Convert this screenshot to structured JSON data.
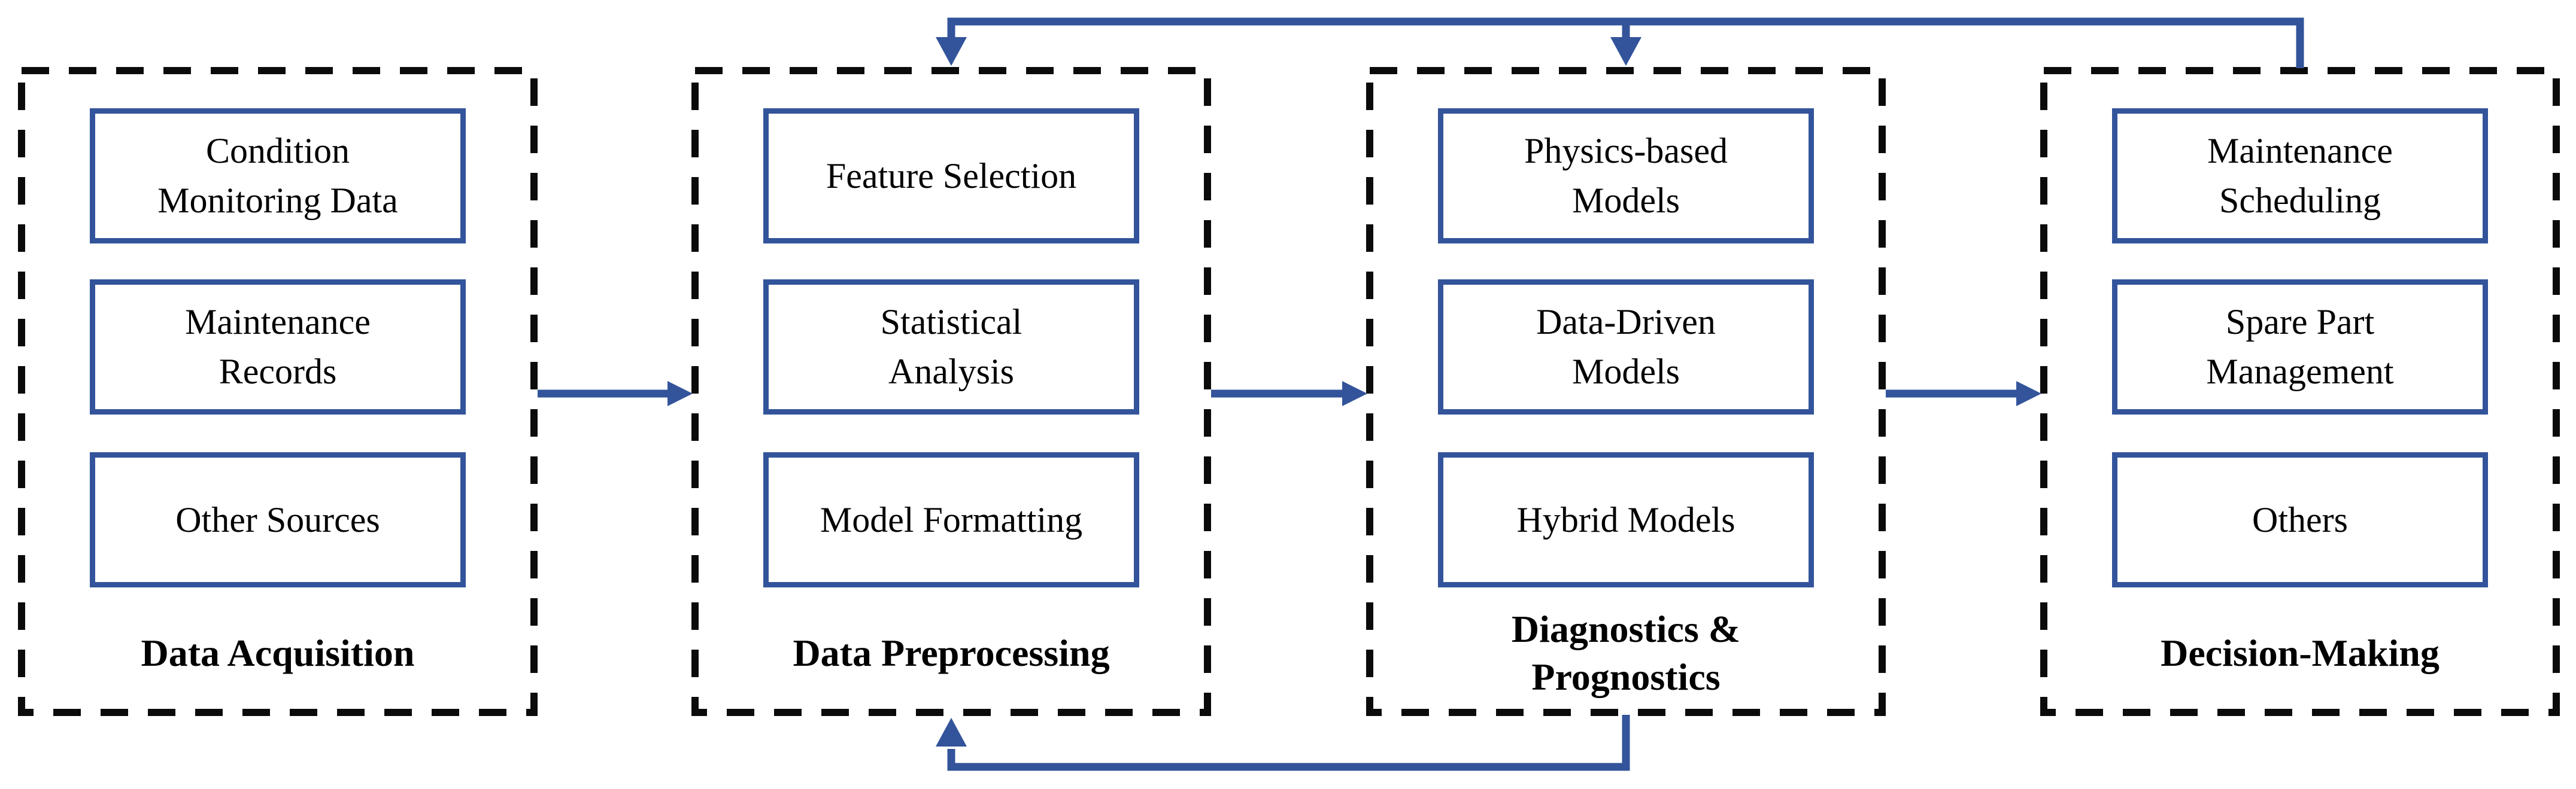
{
  "figure_type": "flow-diagram",
  "colors": {
    "accent_blue": "#33549B",
    "dashed_border": "#0B0B0B",
    "background": "#FFFFFF",
    "text": "#000000"
  },
  "panels": [
    {
      "title": "Data Acquisition",
      "title_lines": [
        "Data Acquisition"
      ],
      "boxes": [
        {
          "label": "Condition Monitoring Data",
          "lines": [
            "Condition",
            "Monitoring Data"
          ]
        },
        {
          "label": "Maintenance Records",
          "lines": [
            "Maintenance",
            "Records"
          ]
        },
        {
          "label": "Other Sources",
          "lines": [
            "Other Sources"
          ]
        }
      ]
    },
    {
      "title": "Data Preprocessing",
      "title_lines": [
        "Data Preprocessing"
      ],
      "boxes": [
        {
          "label": "Feature Selection",
          "lines": [
            "Feature Selection"
          ]
        },
        {
          "label": "Statistical Analysis",
          "lines": [
            "Statistical",
            "Analysis"
          ]
        },
        {
          "label": "Model Formatting",
          "lines": [
            "Model Formatting"
          ]
        }
      ]
    },
    {
      "title": "Diagnostics & Prognostics",
      "title_lines": [
        "Diagnostics &",
        "Prognostics"
      ],
      "boxes": [
        {
          "label": "Physics-based Models",
          "lines": [
            "Physics-based",
            "Models"
          ]
        },
        {
          "label": "Data-Driven Models",
          "lines": [
            "Data-Driven",
            "Models"
          ]
        },
        {
          "label": "Hybrid Models",
          "lines": [
            "Hybrid Models"
          ]
        }
      ]
    },
    {
      "title": "Decision-Making",
      "title_lines": [
        "Decision-Making"
      ],
      "boxes": [
        {
          "label": "Maintenance Scheduling",
          "lines": [
            "Maintenance",
            "Scheduling"
          ]
        },
        {
          "label": "Spare Part Management",
          "lines": [
            "Spare Part",
            "Management"
          ]
        },
        {
          "label": "Others",
          "lines": [
            "Others"
          ]
        }
      ]
    }
  ],
  "connectors": [
    {
      "from": "Data Acquisition",
      "to": "Data Preprocessing",
      "type": "arrow-right"
    },
    {
      "from": "Data Preprocessing",
      "to": "Diagnostics & Prognostics",
      "type": "arrow-right"
    },
    {
      "from": "Diagnostics & Prognostics",
      "to": "Decision-Making",
      "type": "arrow-right"
    },
    {
      "from": "Decision-Making",
      "to": "Data Preprocessing, Diagnostics & Prognostics",
      "type": "feedback-top"
    },
    {
      "from": "Diagnostics & Prognostics",
      "to": "Data Preprocessing",
      "type": "feedback-bottom"
    }
  ]
}
